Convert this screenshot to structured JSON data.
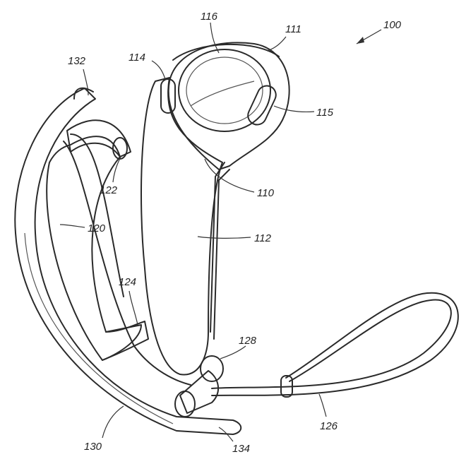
{
  "figure": {
    "title": "Controller device with hand strap (patent drawing)",
    "labels": {
      "l100": "100",
      "l116": "116",
      "l111": "111",
      "l114": "114",
      "l115": "115",
      "l132": "132",
      "l122": "122",
      "l110": "110",
      "l120": "120",
      "l112": "112",
      "l124": "124",
      "l128": "128",
      "l126": "126",
      "l130": "130",
      "l134": "134"
    }
  },
  "colors": {
    "line": "#2a2a2a",
    "background": "#ffffff"
  }
}
